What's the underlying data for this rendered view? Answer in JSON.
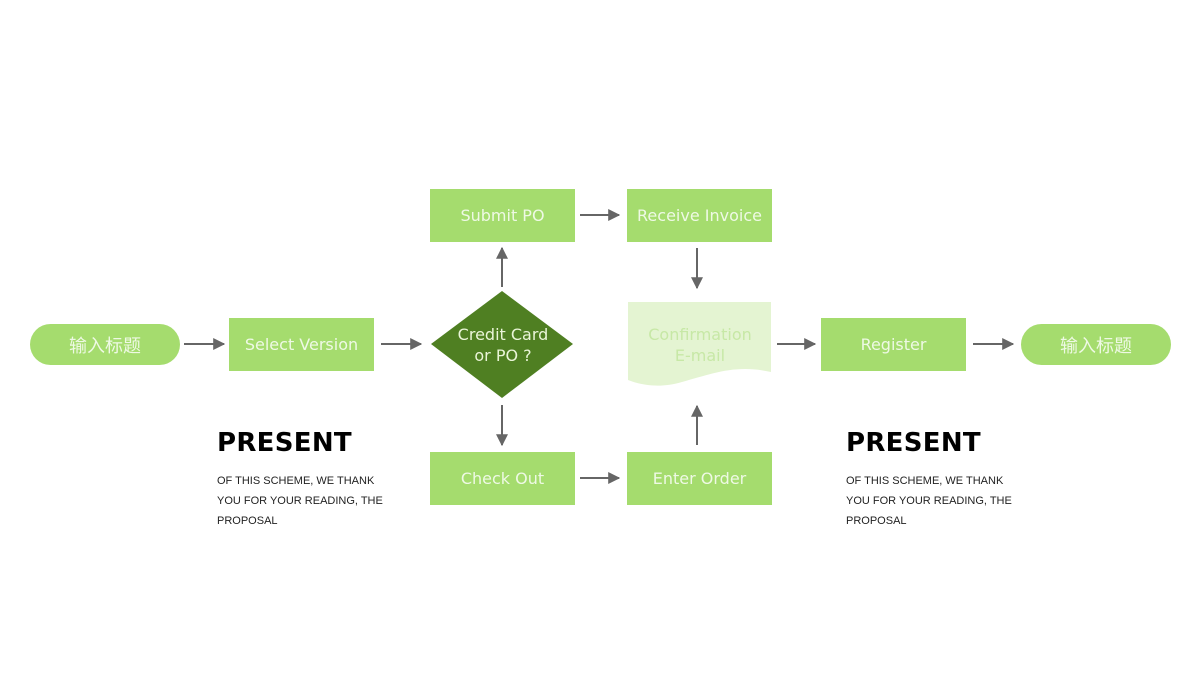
{
  "colors": {
    "box": "#a5dc6e",
    "box_text": "#eef9e4",
    "decision": "#4f7f22",
    "decision_text": "#eaf5d8",
    "document": "#e4f4d2",
    "document_text": "#c7e8a6",
    "arrow": "#666666"
  },
  "flow": {
    "start_label": "输入标题",
    "select_version": "Select Version",
    "decision_line1": "Credit Card",
    "decision_line2": "or PO ?",
    "submit_po": "Submit PO",
    "receive_invoice": "Receive Invoice",
    "check_out": "Check Out",
    "enter_order": "Enter Order",
    "confirmation_line1": "Confirmation",
    "confirmation_line2": "E-mail",
    "register": "Register",
    "end_label": "输入标题"
  },
  "captions": {
    "left_title": "PRESENT",
    "left_body": "OF THIS SCHEME, WE THANK YOU FOR YOUR READING, THE PROPOSAL",
    "right_title": "PRESENT",
    "right_body": "OF THIS SCHEME, WE THANK YOU FOR YOUR READING, THE PROPOSAL"
  }
}
